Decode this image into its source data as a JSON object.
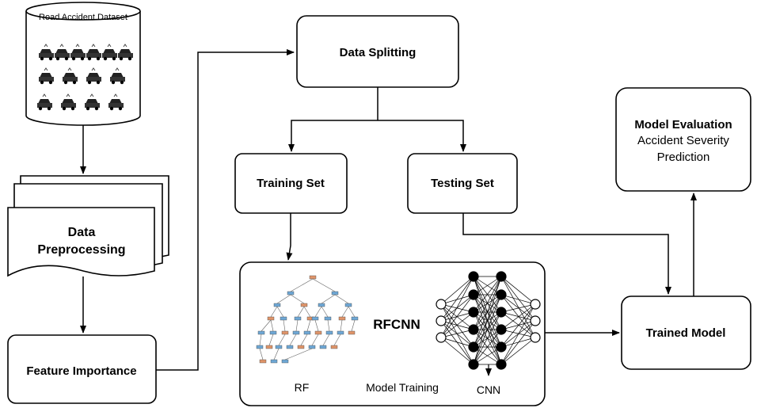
{
  "diagram": {
    "dataset_label": "Road Accident Dataset",
    "preprocessing_line1": "Data",
    "preprocessing_line2": "Preprocessing",
    "feature_importance": "Feature Importance",
    "data_splitting": "Data Splitting",
    "training_set": "Training Set",
    "testing_set": "Testing Set",
    "rfcnn": "RFCNN",
    "rf": "RF",
    "model_training": "Model Training",
    "cnn": "CNN",
    "trained_model": "Trained Model",
    "model_evaluation": "Model Evaluation",
    "evaluation_line2": "Accident Severity",
    "evaluation_line3": "Prediction"
  },
  "colors": {
    "stroke": "#000000",
    "tree_node_blue": "#6fa8d6",
    "tree_node_orange": "#e0956a"
  },
  "icons": [
    "car-crash-icons",
    "decision-tree-icon",
    "neural-network-icon"
  ]
}
